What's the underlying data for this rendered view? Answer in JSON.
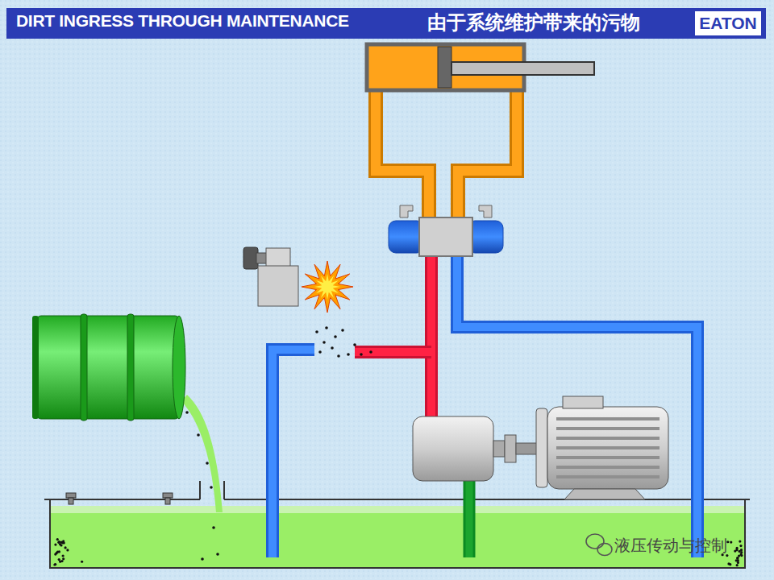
{
  "diagram": {
    "title": "DIRT INGRESS THROUGH MAINTENANCE",
    "labels": [
      "由于系统维护带来的污物",
      "EATON",
      "液压传动与控制"
    ]
  }
}
